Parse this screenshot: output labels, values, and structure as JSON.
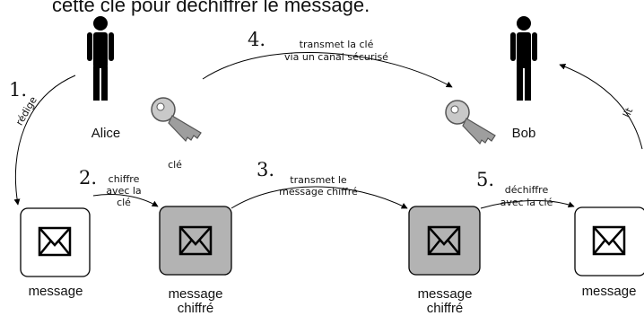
{
  "caption": "cette clé pour déchiffrer le message.",
  "actors": {
    "alice": "Alice",
    "bob": "Bob"
  },
  "key_label": "clé",
  "steps": {
    "s1": {
      "num": "1.",
      "text": "rédige"
    },
    "s2": {
      "num": "2.",
      "line1": "chiffre",
      "line2": "avec la",
      "line3": "clé"
    },
    "s3": {
      "num": "3.",
      "line1": "transmet le",
      "line2": "message chiffré"
    },
    "s4": {
      "num": "4.",
      "line1": "transmet la clé",
      "line2": "via un canal sécurisé"
    },
    "s5": {
      "num": "5.",
      "line1": "déchiffre",
      "line2": "avec la clé"
    },
    "s6": {
      "text": "lit"
    }
  },
  "messages": {
    "m1": "message",
    "m2_line1": "message",
    "m2_line2": "chiffré",
    "m3_line1": "message",
    "m3_line2": "chiffré",
    "m4": "message"
  },
  "colors": {
    "plain_box": "#ffffff",
    "cipher_box": "#b3b3b3",
    "figure": "#000000",
    "key": "#a8a8a8"
  },
  "icons": [
    "person-icon",
    "key-icon",
    "envelope-icon"
  ]
}
